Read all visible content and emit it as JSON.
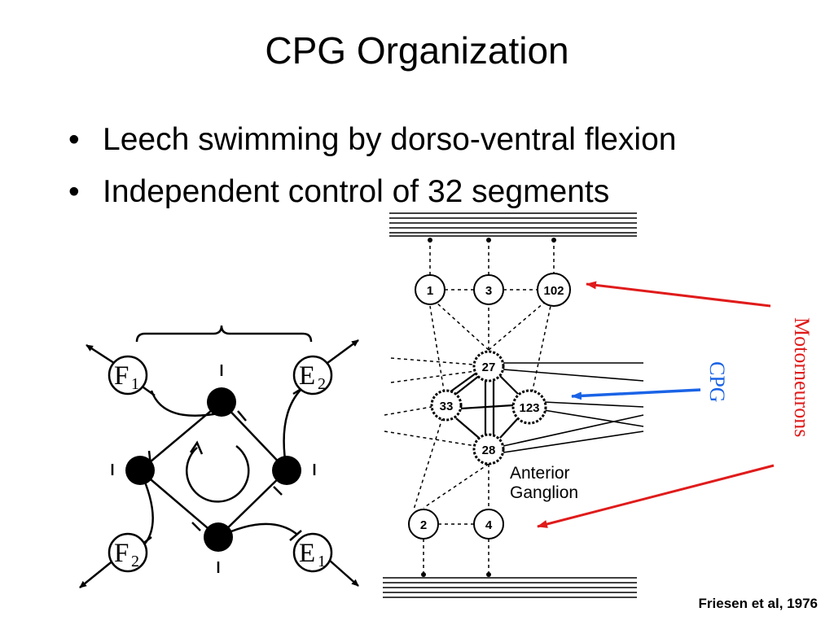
{
  "slide": {
    "title": "CPG Organization",
    "bullets": [
      "Leech swimming by dorso-ventral flexion",
      "Independent control of 32 segments"
    ],
    "citation": "Friesen et al, 1976"
  },
  "left_diagram": {
    "nodes": [
      {
        "letter": "F",
        "sub": "1"
      },
      {
        "letter": "E",
        "sub": "2"
      },
      {
        "letter": "F",
        "sub": "2"
      },
      {
        "letter": "E",
        "sub": "1"
      }
    ]
  },
  "right_diagram": {
    "neurons": [
      "1",
      "3",
      "102",
      "27",
      "33",
      "123",
      "28",
      "2",
      "4"
    ],
    "ganglion_label_line1": "Anterior",
    "ganglion_label_line2": "Ganglion"
  },
  "annotations": {
    "cpg_label": "CPG",
    "cpg_color": "#1a63e6",
    "motorneurons_label": "Motorneurons",
    "motorneurons_color": "#e01b1b"
  }
}
